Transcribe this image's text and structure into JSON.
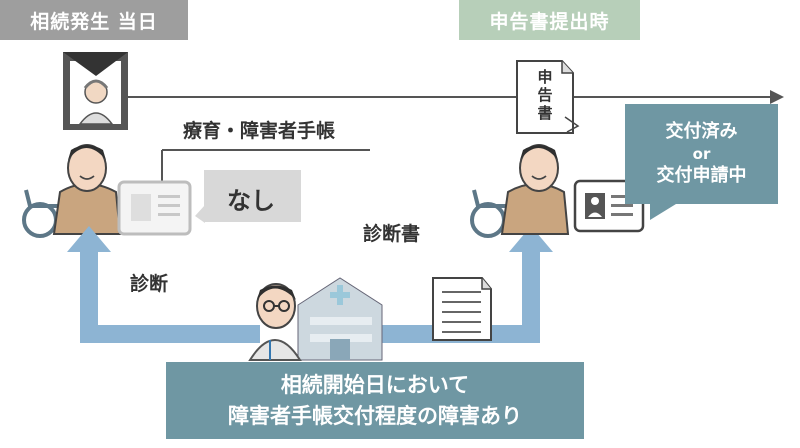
{
  "headers": {
    "left": "相続発生 当日",
    "right": "申告書提出時"
  },
  "labels": {
    "disability_handbook": "療育・障害者手帳",
    "none_bubble": "なし",
    "diagnosis": "診断",
    "diagnosis_certificate": "診断書",
    "return_document": "申\n告\n書",
    "status_line1": "交付済み",
    "status_line2": "or",
    "status_line3": "交付申請中"
  },
  "conclusion": {
    "line1": "相続開始日において",
    "line2": "障害者手帳交付程度の障害あり"
  },
  "colors": {
    "header_left": "#9e9e9e",
    "header_right": "#b7cfb9",
    "arrow_blue": "#8db4d3",
    "box_teal": "#6f97a3",
    "bubble_gray": "#d8d8d8"
  }
}
